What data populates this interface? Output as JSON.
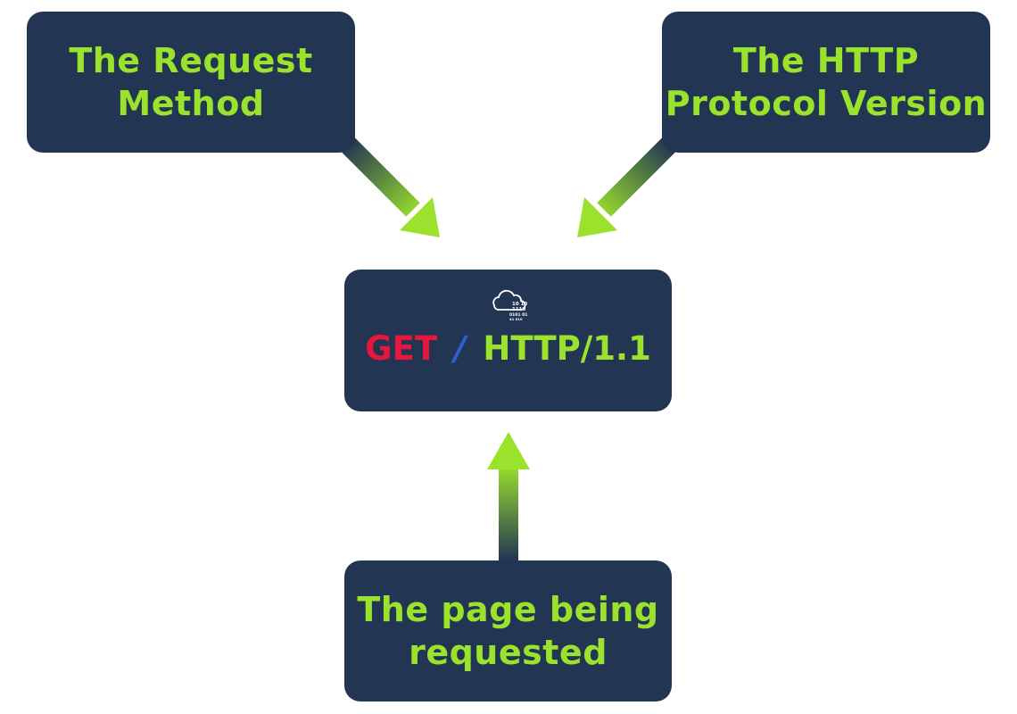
{
  "colors": {
    "box_bg": "#223553",
    "label_green": "#9be22d",
    "method_red": "#e8153f",
    "slash_blue": "#2f5fc9",
    "icon_white": "#ffffff"
  },
  "labels": {
    "method": [
      "The Request",
      "Method"
    ],
    "version": [
      "The HTTP",
      "Protocol Version"
    ],
    "page": [
      "The page being",
      "requested"
    ]
  },
  "request": {
    "icon": "cloud-data-icon",
    "icon_digits": [
      "10 10",
      "1110",
      "0101 01",
      "41 010"
    ],
    "method": "GET",
    "path": "/",
    "version": "HTTP/1.1"
  }
}
